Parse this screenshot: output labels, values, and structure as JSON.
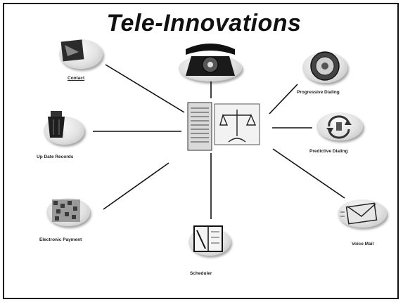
{
  "title": "Tele-Innovations",
  "nodes": {
    "contact": "Contact",
    "update_records": "Up Date Records",
    "electronic_payment": "Electronic Payment",
    "progressive_dialing": "Progressive Dialing",
    "predictive_dialing": "Predictive Dialing",
    "voice_mail": "Voice Mail",
    "scheduler": "Scheduler"
  },
  "icons": {
    "center": "server-scales-icon",
    "phone": "rotary-phone-icon",
    "contact": "contact-cards-icon",
    "update_records": "trash-bin-icon",
    "electronic_payment": "card-icon",
    "progressive_dialing": "rotary-dial-icon",
    "predictive_dialing": "cycle-arrows-icon",
    "voice_mail": "envelope-icon",
    "scheduler": "notebook-icon"
  }
}
